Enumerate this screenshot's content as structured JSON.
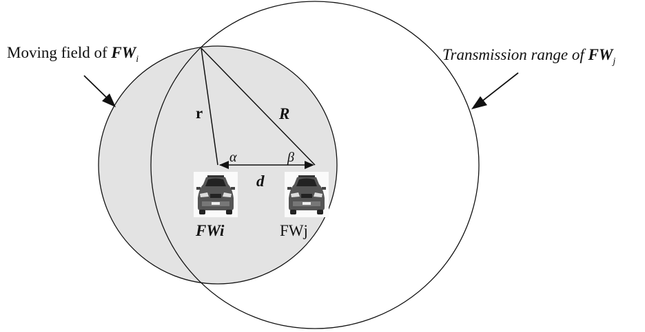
{
  "labels": {
    "moving_field_text": "Moving field of ",
    "moving_field_var": "FW",
    "moving_field_sub": "i",
    "transmission_text": "Transmission range of ",
    "transmission_var": "FW",
    "transmission_sub": "j",
    "r": "r",
    "R": "R",
    "alpha": "α",
    "beta": "β",
    "d": "d",
    "car_i": "FWi",
    "car_j": "FWj"
  },
  "colors": {
    "moving_field_fill": "#e3e3e3",
    "stroke": "#111111"
  },
  "icons": {
    "car_i": "car-icon",
    "car_j": "car-icon"
  }
}
